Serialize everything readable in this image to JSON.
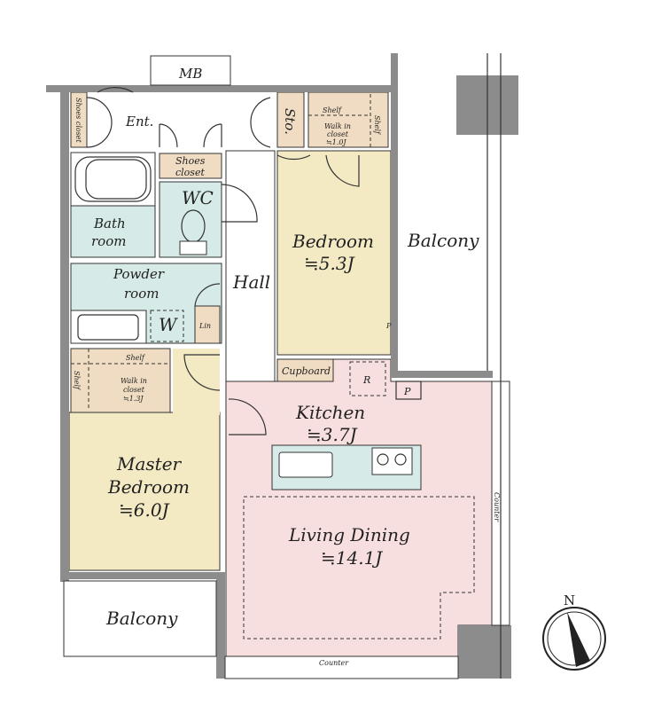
{
  "colors": {
    "wall": "#8c8c8c",
    "bedroom": "#f3eac4",
    "closet": "#efdcc2",
    "wet_area": "#d6ebe7",
    "living": "#f8dfdf",
    "island": "#d6ebe7"
  },
  "rooms": {
    "mb": "MB",
    "entrance": "Ent.",
    "shoes_closet_left": "Shoes closet",
    "shoes_closet_1": "Shoes",
    "shoes_closet_2": "closet",
    "storage": "Sto.",
    "shelf_top": "Shelf",
    "shelf_side": "Shelf",
    "wic_small_1": "Walk in",
    "wic_small_2": "closet",
    "wic_small_3": "≒1.0J",
    "wc": "WC",
    "bath_1": "Bath",
    "bath_2": "room",
    "powder_1": "Powder",
    "powder_2": "room",
    "washer": "W",
    "linen": "Lin",
    "hall": "Hall",
    "bedroom_name": "Bedroom",
    "bedroom_size": "≒5.3J",
    "balcony_right": "Balcony",
    "pipe_1": "P",
    "pipe_2": "P",
    "master_shelf_top": "Shelf",
    "master_shelf_side": "Shelf",
    "wic_master_1": "Walk in",
    "wic_master_2": "closet",
    "wic_master_3": "≒1.3J",
    "master_1": "Master",
    "master_2": "Bedroom",
    "master_size": "≒6.0J",
    "cupboard": "Cupboard",
    "fridge": "R",
    "kitchen_name": "Kitchen",
    "kitchen_size": "≒3.7J",
    "living_name": "Living Dining",
    "living_size": "≒14.1J",
    "counter_right": "Counter",
    "counter_bottom": "Counter",
    "balcony_bottom": "Balcony"
  },
  "compass": {
    "label": "N"
  }
}
